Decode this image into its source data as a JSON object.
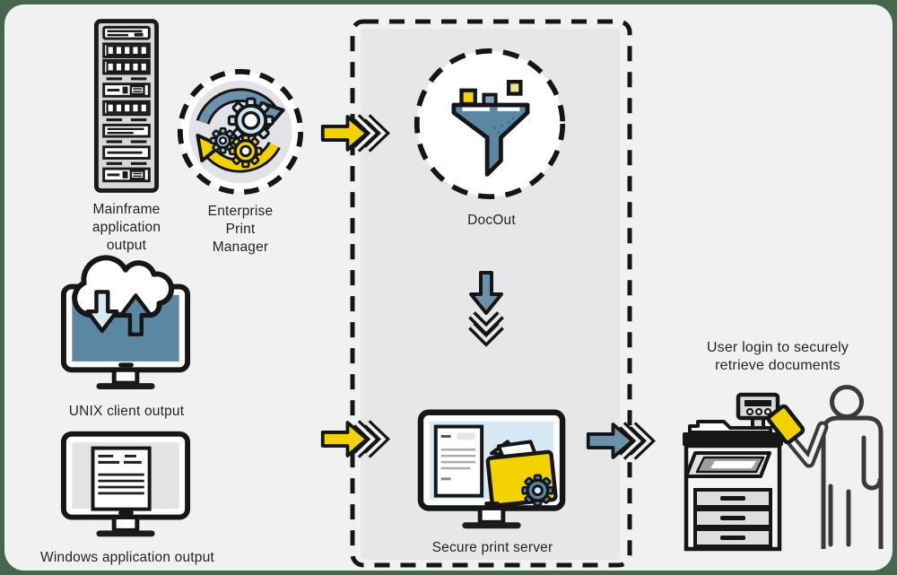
{
  "diagram": {
    "background": "#48664d",
    "panel_background": "#f0f2f1",
    "pipeline_background": "#e6e7e9",
    "colors": {
      "outline": "#1a1a1a",
      "steel_blue": "#6a92ad",
      "deep_blue": "#5b87a3",
      "light_blue": "#d6e9f5",
      "pale_blue": "#cfe4f2",
      "yellow": "#f2d200",
      "pale_yellow": "#f3e583",
      "icon_gray": "#d9d9d9"
    },
    "sources": {
      "mainframe_label": "Mainframe\napplication\noutput",
      "epm_label": "Enterprise\nPrint\nManager",
      "unix_label": "UNIX client output",
      "windows_label": "Windows application output"
    },
    "pipeline": {
      "docout_label": "DocOut",
      "secure_server_label": "Secure print server"
    },
    "output": {
      "caption": "User login to securely\nretrieve documents"
    }
  }
}
